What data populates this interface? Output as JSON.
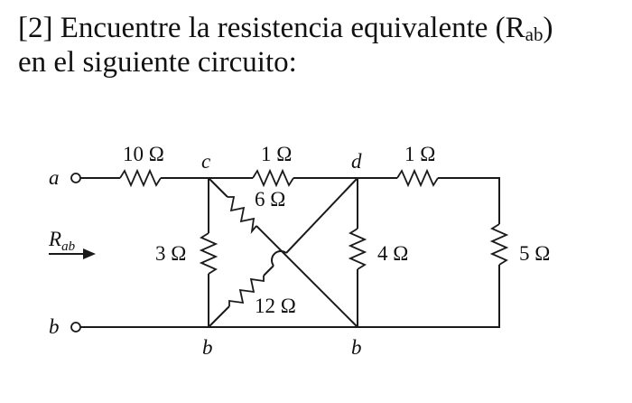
{
  "problem": {
    "line1": "[2] Encuentre la resistencia equivalente (R",
    "line1_sub": "ab",
    "line1_end": ")",
    "line2": "en el siguiente circuito:"
  },
  "circuit": {
    "terminals": {
      "a": "a",
      "b": "b"
    },
    "nodes": {
      "c": "c",
      "d": "d",
      "b_left": "b",
      "b_right": "b"
    },
    "rab": {
      "main": "R",
      "sub": "ab"
    },
    "resistors": [
      {
        "id": "r-10",
        "label": "10 Ω"
      },
      {
        "id": "r-1-cd",
        "label": "1 Ω"
      },
      {
        "id": "r-1-right",
        "label": "1 Ω"
      },
      {
        "id": "r-6",
        "label": "6 Ω"
      },
      {
        "id": "r-3",
        "label": "3 Ω"
      },
      {
        "id": "r-4",
        "label": "4 Ω"
      },
      {
        "id": "r-5",
        "label": "5 Ω"
      },
      {
        "id": "r-12",
        "label": "12 Ω"
      }
    ]
  }
}
